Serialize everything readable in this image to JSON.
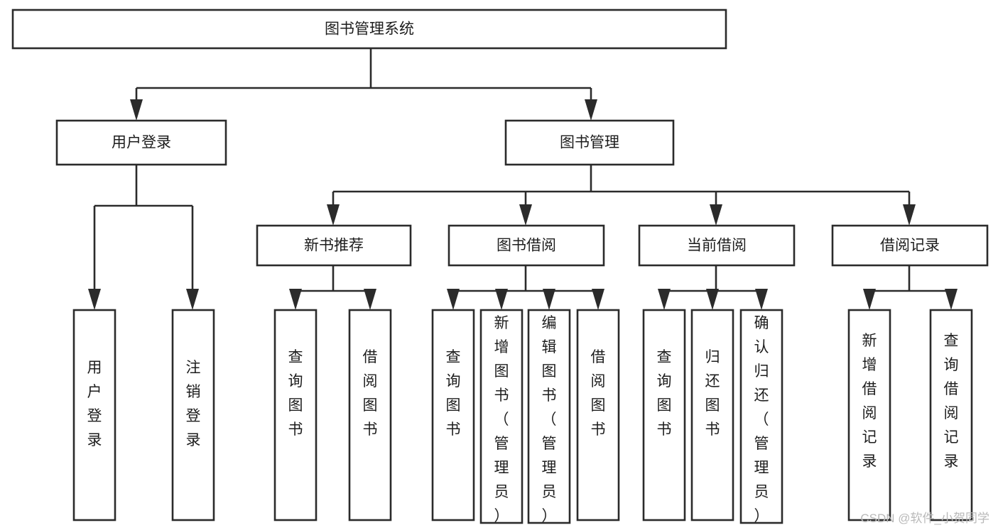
{
  "diagram": {
    "type": "tree-hierarchy",
    "title": "图书管理系统",
    "watermark": "CSDN @软件_小贺同学",
    "colors": {
      "background": "#ffffff",
      "stroke": "#2b2b2b",
      "text": "#1d1d1d",
      "watermark": "#b9b9b9"
    },
    "root": {
      "label": "图书管理系统"
    },
    "level2": [
      {
        "label": "用户登录"
      },
      {
        "label": "图书管理"
      }
    ],
    "level3": [
      {
        "label": "新书推荐"
      },
      {
        "label": "图书借阅"
      },
      {
        "label": "当前借阅"
      },
      {
        "label": "借阅记录"
      }
    ],
    "leaves": {
      "user_login": [
        {
          "label": "用户登录"
        },
        {
          "label": "注销登录"
        }
      ],
      "new_book_recommend": [
        {
          "label": "查询图书"
        },
        {
          "label": "借阅图书"
        }
      ],
      "book_borrow": [
        {
          "label": "查询图书"
        },
        {
          "label": "新增图书（管理员）"
        },
        {
          "label": "编辑图书（管理员）"
        },
        {
          "label": "借阅图书"
        }
      ],
      "current_borrow": [
        {
          "label": "查询图书"
        },
        {
          "label": "归还图书"
        },
        {
          "label": "确认归还（管理员）"
        }
      ],
      "borrow_record": [
        {
          "label": "新增借阅记录"
        },
        {
          "label": "查询借阅记录"
        }
      ]
    }
  }
}
